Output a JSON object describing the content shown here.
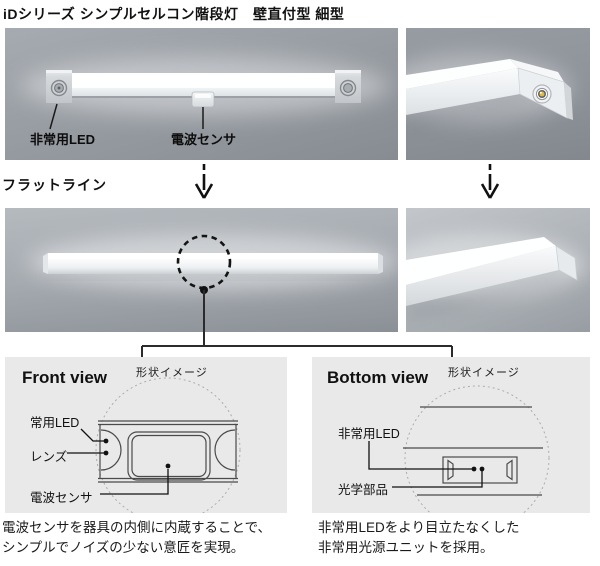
{
  "page": {
    "title": "iDシリーズ シンプルセルコン階段灯　壁直付型 細型",
    "flatline_label": "フラットライン"
  },
  "top_photo": {
    "emergency_led_label": "非常用LED",
    "sensor_label": "電波センサ"
  },
  "front_view": {
    "heading": "Front view",
    "shape_note": "形状イメージ",
    "regular_led_label": "常用LED",
    "lens_label": "レンズ",
    "sensor_label": "電波センサ",
    "caption_line1": "電波センサを器具の内側に内蔵することで、",
    "caption_line2": "シンプルでノイズの少ない意匠を実現。"
  },
  "bottom_view": {
    "heading": "Bottom view",
    "shape_note": "形状イメージ",
    "emergency_led_label": "非常用LED",
    "optical_label": "光学部品",
    "caption_line1": "非常用LEDをより目立たなくした",
    "caption_line2": "非常用光源ユニットを採用。"
  },
  "colors": {
    "photo_bg_dark": "#8f949a",
    "photo_bg_light": "#b2b7bc",
    "panel_bg": "#e9e9e9",
    "line_dark": "#1a1a1a",
    "diagram_line": "#4a4a4a",
    "led_yellow": "#e3b93e"
  }
}
